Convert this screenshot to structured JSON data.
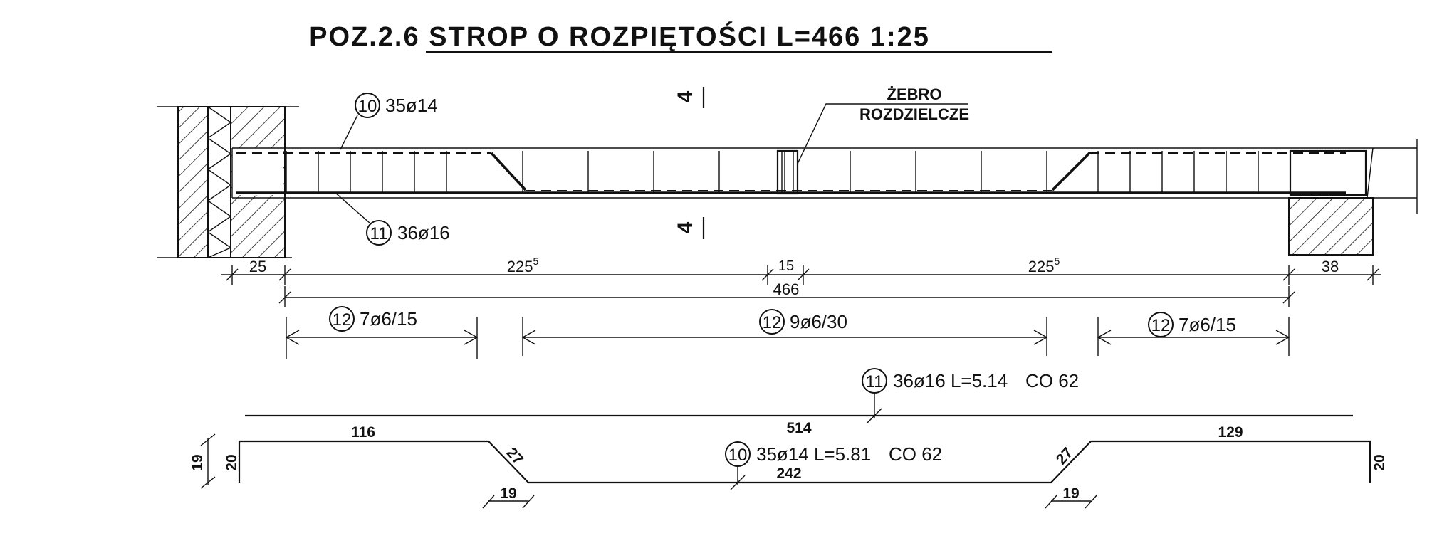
{
  "title": "POZ.2.6 STROP O ROZPIĘTOŚCI L=466 1:25",
  "rib_label": {
    "line1": "ŻEBRO",
    "line2": "ROZDZIELCZE"
  },
  "section_mark": "4",
  "bars": {
    "top": {
      "pos": "10",
      "text": "35ø14"
    },
    "bottom": {
      "pos": "11",
      "text": "36ø16"
    }
  },
  "dims": {
    "support_left": "25",
    "span_left": "225",
    "span_left_sup": "5",
    "rib": "15",
    "span_right": "225",
    "span_right_sup": "5",
    "support_right": "38",
    "total": "466"
  },
  "stirrup_zones": [
    {
      "pos": "12",
      "text": "7ø6/15"
    },
    {
      "pos": "12",
      "text": "9ø6/30"
    },
    {
      "pos": "12",
      "text": "7ø6/15"
    }
  ],
  "schedule": {
    "bar11": {
      "pos": "11",
      "text": "36ø16 L=5.14",
      "co": "CO 62",
      "length": "514"
    },
    "bar10": {
      "pos": "10",
      "text": "35ø14 L=5.81",
      "co": "CO 62",
      "seg_left": "116",
      "seg_bottom": "242",
      "seg_right": "129",
      "diag_left": "27",
      "diag_right": "27",
      "hook_left": "20",
      "hook_right": "20",
      "rise_left": "19",
      "run_left": "19",
      "run_right": "19"
    }
  }
}
